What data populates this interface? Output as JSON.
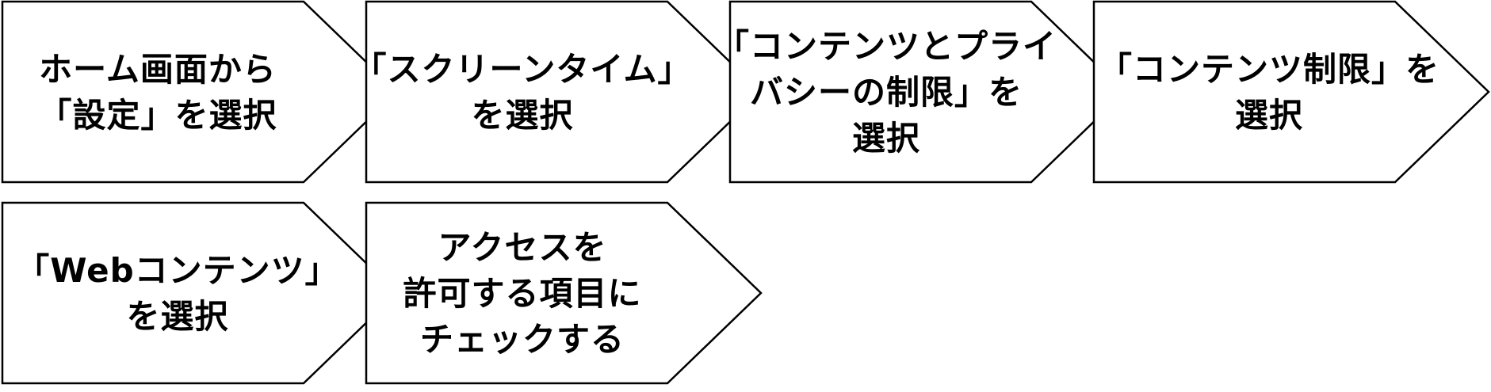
{
  "colors": {
    "fill": "#ffffff",
    "stroke": "#000000",
    "text": "#000000"
  },
  "steps": [
    {
      "lines": [
        "ホーム画面から",
        "「設定」を選択"
      ]
    },
    {
      "lines": [
        "「スクリーンタイム」",
        "を選択"
      ]
    },
    {
      "lines": [
        "「コンテンツとプライ",
        "バシーの制限」を",
        "選択"
      ]
    },
    {
      "lines": [
        "「コンテンツ制限」を",
        "選択"
      ]
    },
    {
      "lines": [
        "「Webコンテンツ」",
        "を選択"
      ]
    },
    {
      "lines": [
        "アクセスを",
        "許可する項目に",
        "チェックする"
      ]
    }
  ]
}
